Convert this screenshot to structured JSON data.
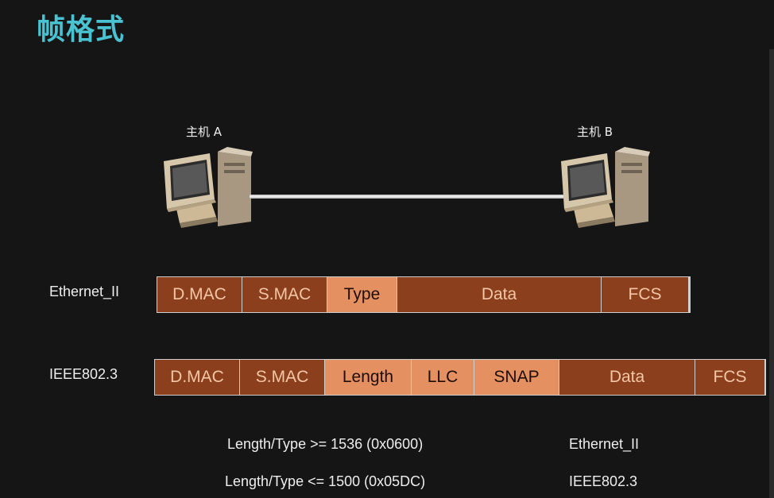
{
  "title": "帧格式",
  "hosts": {
    "a_label": "主机 A",
    "b_label": "主机 B"
  },
  "colors": {
    "dark_field": "#8b3f1c",
    "light_field": "#e59060",
    "title": "#49c3d2"
  },
  "frames": {
    "ethernet_ii": {
      "label": "Ethernet_II",
      "fields": [
        {
          "label": "D.MAC",
          "shade": "dark"
        },
        {
          "label": "S.MAC",
          "shade": "dark"
        },
        {
          "label": "Type",
          "shade": "light"
        },
        {
          "label": "Data",
          "shade": "dark"
        },
        {
          "label": "FCS",
          "shade": "dark"
        }
      ]
    },
    "ieee8023": {
      "label": "IEEE802.3",
      "fields": [
        {
          "label": "D.MAC",
          "shade": "dark"
        },
        {
          "label": "S.MAC",
          "shade": "dark"
        },
        {
          "label": "Length",
          "shade": "light"
        },
        {
          "label": "LLC",
          "shade": "light"
        },
        {
          "label": "SNAP",
          "shade": "light"
        },
        {
          "label": "Data",
          "shade": "dark"
        },
        {
          "label": "FCS",
          "shade": "dark"
        }
      ]
    }
  },
  "rules": [
    {
      "condition": "Length/Type >= 1536 (0x0600)",
      "result": "Ethernet_II"
    },
    {
      "condition": "Length/Type <= 1500 (0x05DC)",
      "result": "IEEE802.3"
    }
  ]
}
